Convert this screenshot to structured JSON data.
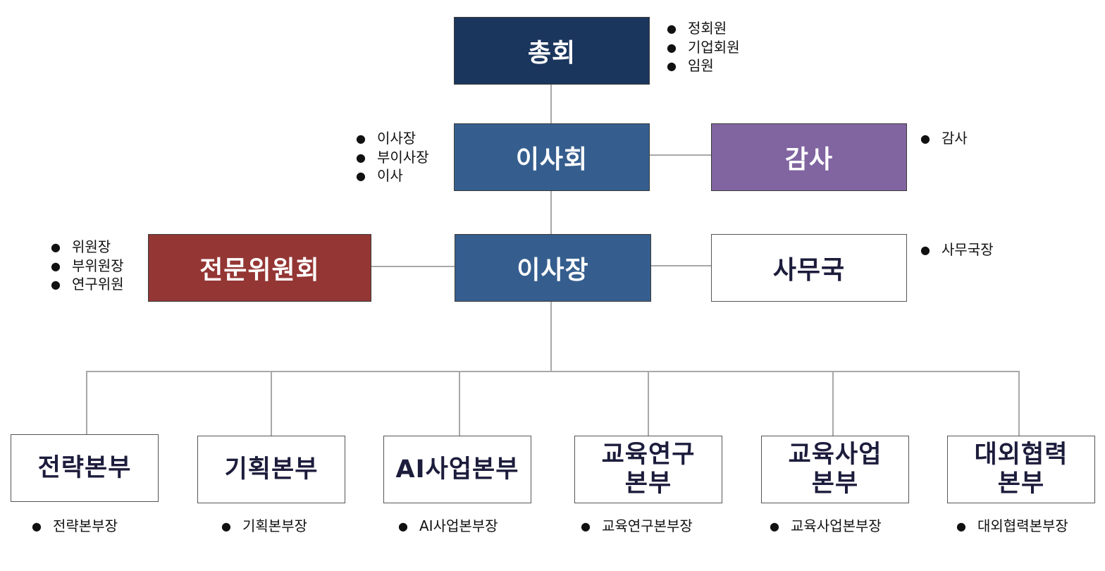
{
  "colors": {
    "general_assembly": "#1b365d",
    "board": "#355e8e",
    "auditor": "#8065a1",
    "committee": "#943634",
    "chairman": "#355e8e",
    "connector": "#a8a8a8"
  },
  "general_assembly": {
    "label": "총회",
    "notes": [
      "정회원",
      "기업회원",
      "임원"
    ]
  },
  "board": {
    "label": "이사회",
    "notes": [
      "이사장",
      "부이사장",
      "이사"
    ]
  },
  "auditor": {
    "label": "감사",
    "notes": [
      "감사"
    ]
  },
  "committee": {
    "label": "전문위원회",
    "notes": [
      "위원장",
      "부위원장",
      "연구위원"
    ]
  },
  "chairman": {
    "label": "이사장"
  },
  "secretariat": {
    "label": "사무국",
    "notes": [
      "사무국장"
    ]
  },
  "divisions": [
    {
      "label": "전략본부",
      "head": "전략본부장"
    },
    {
      "label": "기획본부",
      "head": "기획본부장"
    },
    {
      "label": "AI사업본부",
      "head": "AI사업본부장"
    },
    {
      "label": "교육연구\n본부",
      "head": "교육연구본부장"
    },
    {
      "label": "교육사업\n본부",
      "head": "교육사업본부장"
    },
    {
      "label": "대외협력\n본부",
      "head": "대외협력본부장"
    }
  ]
}
